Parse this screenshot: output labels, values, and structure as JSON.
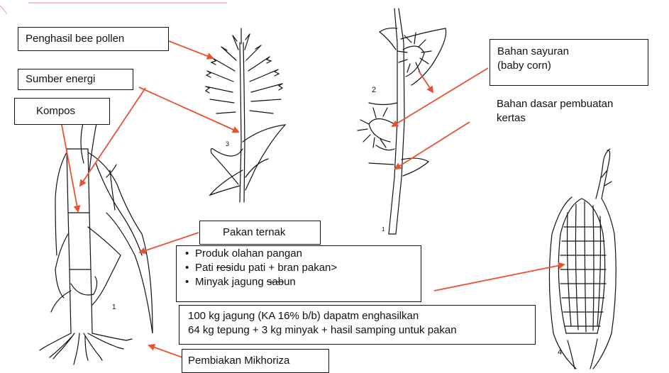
{
  "labels": {
    "bee_pollen": "Penghasil bee pollen",
    "sumber_energi": "Sumber energi",
    "kompos": "Kompos",
    "sayuran_l1": "Bahan sayuran",
    "sayuran_l2": "(baby corn)",
    "kertas_l1": "Bahan dasar pembuatan",
    "kertas_l2": "kertas",
    "pakan_ternak": "Pakan ternak",
    "mikhoriza": "Pembiakan Mikhoriza"
  },
  "products": {
    "item1": "Produk olahan pangan",
    "item2_pre": "Pati ",
    "item2_strike": "res",
    "item2_post": "idu pati + bran pakan",
    "item3_pre": "Minyak jagung ",
    "item3_strike": "sab",
    "item3_post": "un"
  },
  "yield": {
    "line1": "100 kg jagung (KA 16% b/b) dapatm enghasilkan",
    "line2": "64 kg tepung + 3 kg minyak + hasil samping untuk pakan"
  },
  "figure_numbers": [
    "1",
    "2",
    "3",
    "4"
  ],
  "colors": {
    "arrow": "#e8522e",
    "ink": "#111111"
  }
}
